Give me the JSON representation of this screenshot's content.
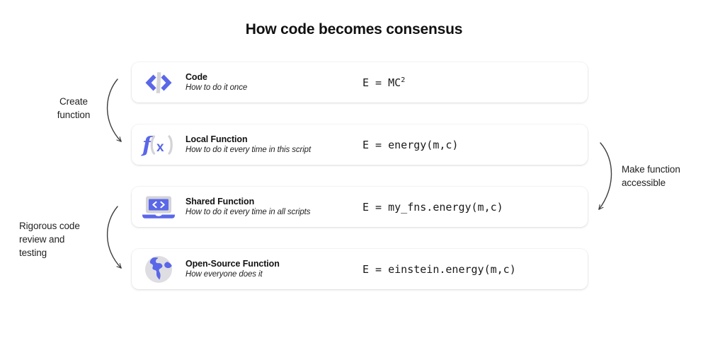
{
  "page": {
    "title": "How code becomes consensus",
    "background": "#ffffff",
    "accent_color": "#5a67e8",
    "icon_gray": "#d8d8dc",
    "text_color": "#1a1a1a"
  },
  "cards": [
    {
      "icon": "code-brackets-icon",
      "title": "Code",
      "subtitle": "How to do it once",
      "code": "E = MC",
      "code_superscript": "2"
    },
    {
      "icon": "function-fx-icon",
      "title": "Local Function",
      "subtitle": "How to do it every time in this script",
      "code": "E = energy(m,c)",
      "code_superscript": ""
    },
    {
      "icon": "laptop-code-icon",
      "title": "Shared Function",
      "subtitle": "How to do it every time in all scripts",
      "code": "E = my_fns.energy(m,c)",
      "code_superscript": ""
    },
    {
      "icon": "globe-icon",
      "title": "Open-Source Function",
      "subtitle": "How everyone does it",
      "code": "E = einstein.energy(m,c)",
      "code_superscript": ""
    }
  ],
  "annotations": {
    "create_function": "Create\nfunction",
    "rigorous_review": "Rigorous code\nreview and\ntesting",
    "make_accessible": "Make function\naccessible"
  },
  "arrows": [
    {
      "name": "arrow-create-function",
      "from_card": 0,
      "to_card": 1,
      "side": "left"
    },
    {
      "name": "arrow-rigorous-review",
      "from_card": 2,
      "to_card": 3,
      "side": "left"
    },
    {
      "name": "arrow-make-accessible",
      "from_card": 1,
      "to_card": 2,
      "side": "right"
    }
  ]
}
